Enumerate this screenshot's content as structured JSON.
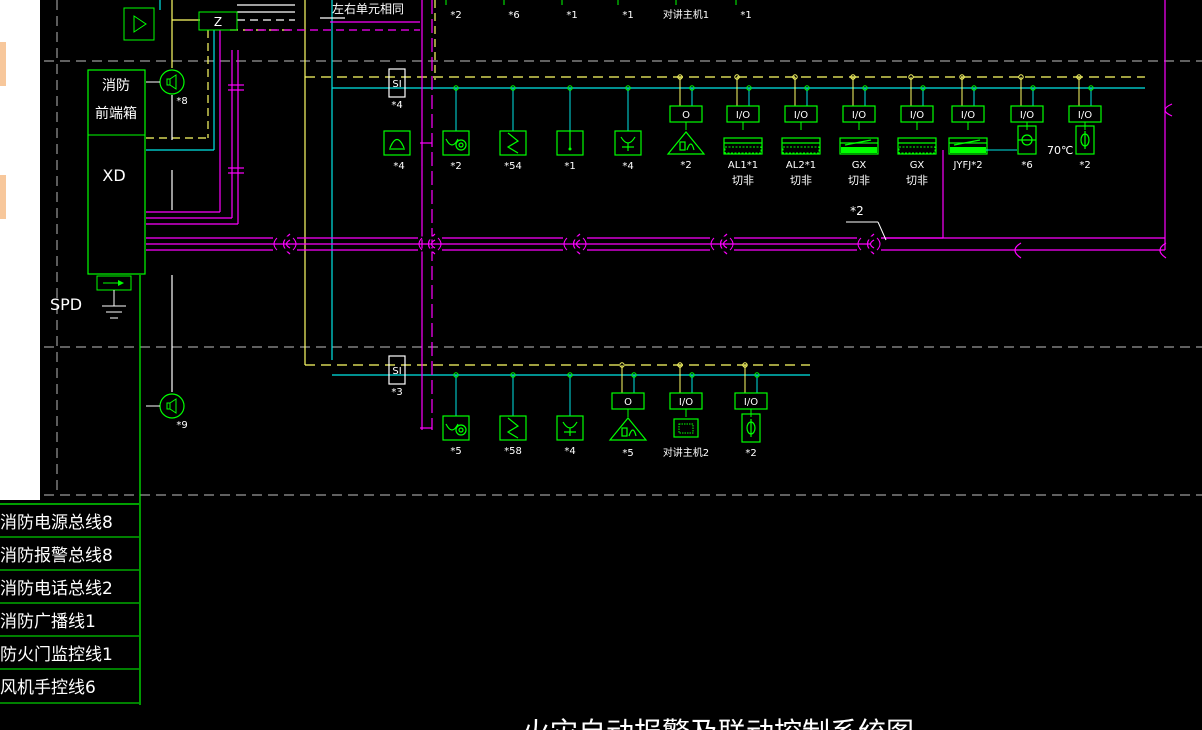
{
  "colors": {
    "bg": "#000000",
    "green": "#00ff00",
    "magenta": "#ff00ff",
    "cyan": "#00e5e5",
    "yellow": "#ffff66",
    "white": "#ffffff",
    "grey": "#9a9a9a"
  },
  "cabinet": {
    "name_line1": "消防",
    "name_line2": "前端箱",
    "code": "XD"
  },
  "spd_label": "SPD",
  "note_top": "左右单元相同",
  "top_counts": [
    "*2",
    "*6",
    "*1",
    "*1",
    "对讲主机1",
    "*1"
  ],
  "z_label": "Z",
  "si_label": "SI",
  "left_speakers": [
    {
      "count": "*8"
    },
    {
      "count": "*9"
    }
  ],
  "loop1": {
    "si_count": "*4",
    "devices": [
      {
        "icon": "fire-phone",
        "count": "*4"
      },
      {
        "icon": "smoke-detector",
        "count": "*2"
      },
      {
        "icon": "smoke-detector-zigzag",
        "count": "*54"
      },
      {
        "icon": "manual-call-point",
        "count": "*1"
      },
      {
        "icon": "hydrant-button",
        "count": "*4"
      }
    ],
    "modules": [
      {
        "module": "O",
        "device": "alarm-bell",
        "count": "*2",
        "label": ""
      },
      {
        "module": "I/O",
        "device": "fan-box",
        "count": "AL1*1",
        "label": "切非"
      },
      {
        "module": "I/O",
        "device": "fan-box",
        "count": "AL2*1",
        "label": "切非"
      },
      {
        "module": "I/O",
        "device": "solid-box",
        "count": "GX",
        "label": "切非"
      },
      {
        "module": "I/O",
        "device": "fan-box",
        "count": "GX",
        "label": "切非"
      },
      {
        "module": "I/O",
        "device": "solid-box",
        "count": "JYFJ*2",
        "label": ""
      },
      {
        "module": "I/O",
        "device": "fire-damper",
        "count": "*6",
        "label": "70℃"
      },
      {
        "module": "I/O",
        "device": "phi-box",
        "count": "*2",
        "label": ""
      }
    ]
  },
  "loop2": {
    "si_count": "*3",
    "devices": [
      {
        "icon": "smoke-detector",
        "count": "*5"
      },
      {
        "icon": "smoke-detector-zigzag",
        "count": "*58"
      },
      {
        "icon": "hydrant-button",
        "count": "*4"
      }
    ],
    "modules": [
      {
        "module": "O",
        "device": "alarm-bell",
        "count": "*5",
        "label": ""
      },
      {
        "module": "I/O",
        "device": "intercom",
        "count": "对讲主机2",
        "label": ""
      },
      {
        "module": "I/O",
        "device": "phi-box",
        "count": "*2",
        "label": ""
      }
    ]
  },
  "bus_note": "*2",
  "legend": [
    "消防电源总线8",
    "消防报警总线8",
    "消防电话总线2",
    "消防广播线1",
    "防火门监控线1",
    "风机手控线6"
  ],
  "bottom_title": "火灾自动报警及联动控制系统图"
}
